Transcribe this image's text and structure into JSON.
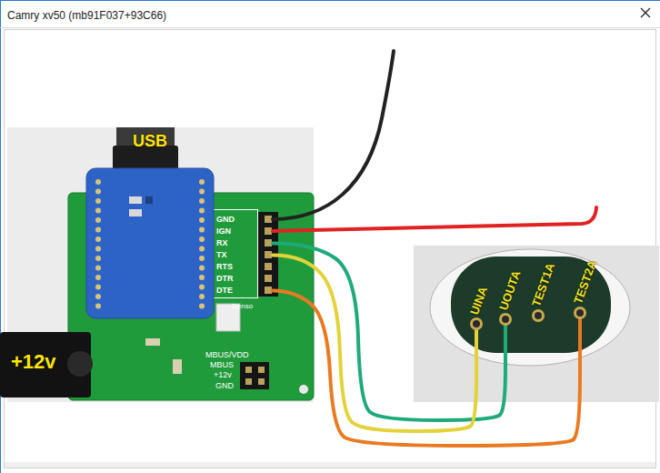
{
  "diagram": {
    "title": "Camry xv50 (mb91F037+93C66)",
    "nodes": [
      {
        "text": [
          "Denso"
        ]
      },
      {
        "text": [
          "GND"
        ],
        "in": 0
      },
      {
        "text": [
          "IGN"
        ],
        "in": 0
      },
      {
        "text": [
          "RX"
        ],
        "in": 0
      },
      {
        "text": [
          "TX"
        ],
        "in": 0
      },
      {
        "text": [
          "RTS"
        ],
        "in": 0
      },
      {
        "text": [
          "DTR"
        ],
        "in": 0
      },
      {
        "text": [
          "DTE"
        ],
        "in": 0
      },
      {
        "text": [
          "UINA"
        ]
      },
      {
        "text": [
          "UOUTA"
        ]
      },
      {
        "text": [
          "TEST1A"
        ]
      },
      {
        "text": [
          "TEST2A"
        ]
      }
    ],
    "edges": [
      {
        "from": 3,
        "to": 9,
        "arrow": "none"
      },
      {
        "from": 4,
        "to": 8,
        "arrow": "none"
      },
      {
        "from": 7,
        "to": 11,
        "arrow": "none"
      }
    ],
    "labels": [
      "USB",
      "+12v",
      "MBUS/VDD",
      "MBUS",
      "+12v",
      "GND"
    ]
  }
}
